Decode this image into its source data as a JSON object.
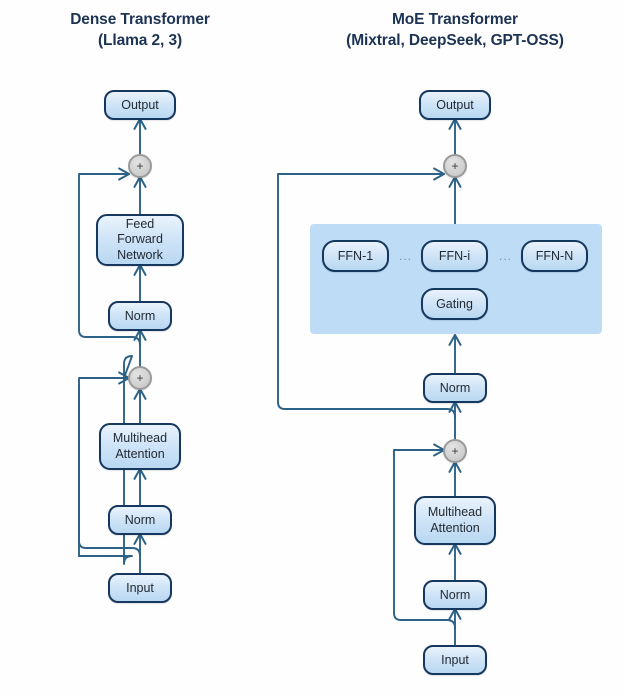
{
  "figure": {
    "background_color": "#fefefe",
    "box_border_color": "#16375e",
    "box_fill_color": "#cfe4f7",
    "panel_color": "#bedcf5",
    "arrow_color": "#2c6287",
    "title_color": "#1d3353",
    "plus_color": "#d2d2d2"
  },
  "left": {
    "title_line1": "Dense Transformer",
    "title_line2": "(Llama 2, 3)",
    "nodes": {
      "output": "Output",
      "add_top": "+",
      "ffn_line1": "Feed Forward",
      "ffn_line2": "Network",
      "norm_upper": "Norm",
      "add_bottom": "+",
      "attn_line1": "Multihead",
      "attn_line2": "Attention",
      "norm_lower": "Norm",
      "input": "Input"
    }
  },
  "right": {
    "title_line1": "MoE Transformer",
    "title_line2": "(Mixtral, DeepSeek, GPT-OSS)",
    "nodes": {
      "output": "Output",
      "add_top": "+",
      "ffn_1": "FFN-1",
      "ffn_i": "FFN-i",
      "ffn_n": "FFN-N",
      "ellipsis_left": "...",
      "ellipsis_right": "...",
      "gating": "Gating",
      "norm_upper": "Norm",
      "add_bottom": "+",
      "attn_line1": "Multihead",
      "attn_line2": "Attention",
      "norm_lower": "Norm",
      "input": "Input"
    }
  }
}
